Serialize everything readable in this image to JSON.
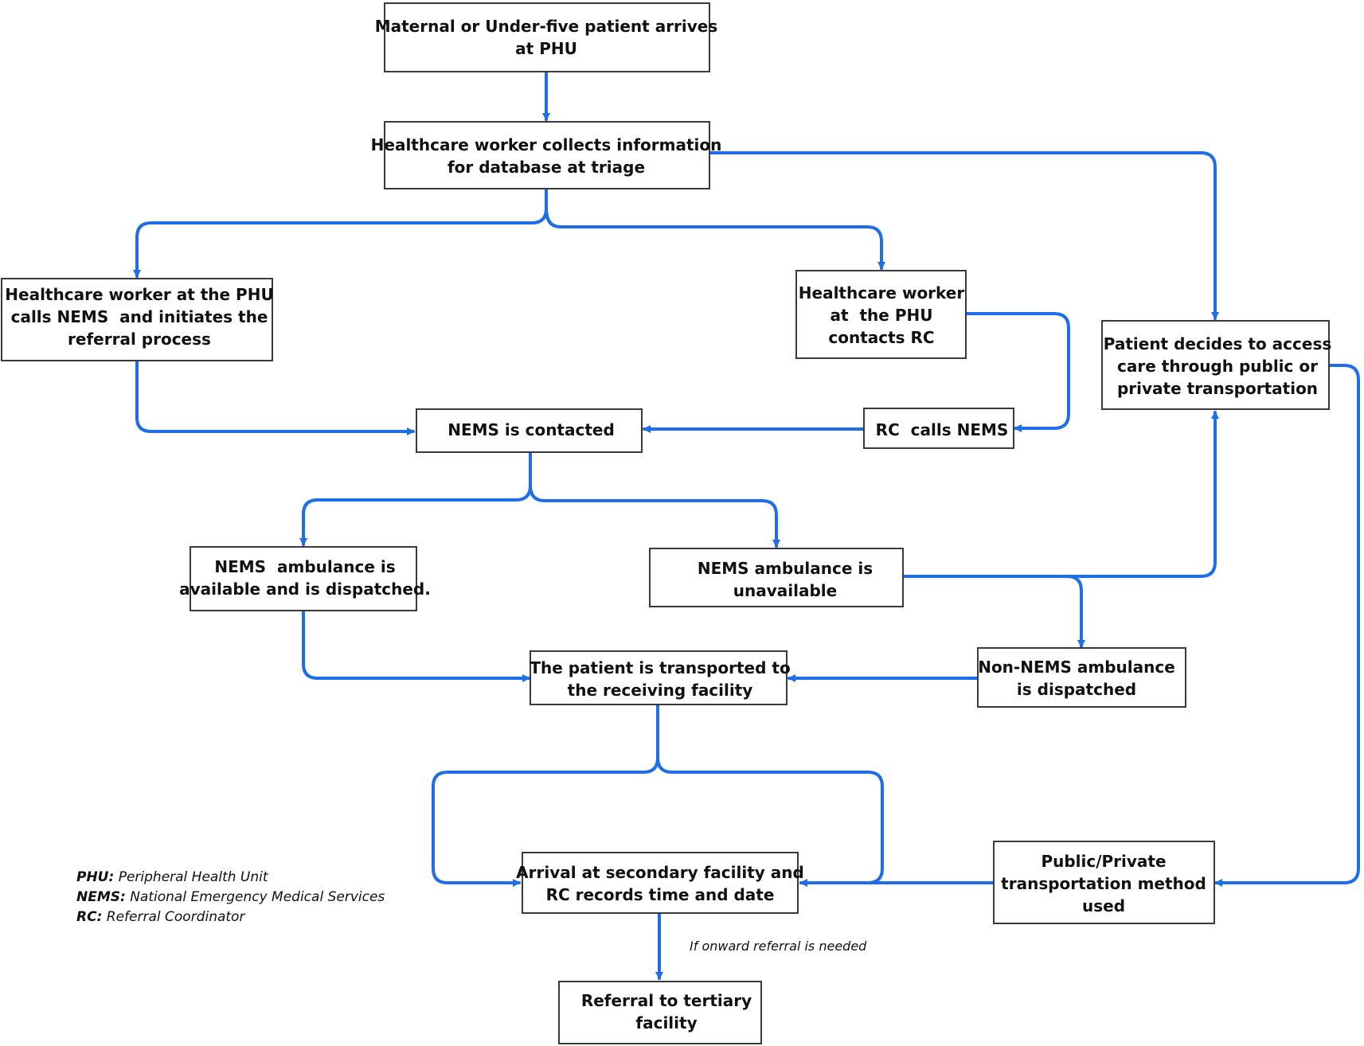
{
  "colors": {
    "arrow": "#1f6ee8",
    "box_border": "#3a3a3a",
    "text": "#111111"
  },
  "nodes": {
    "arrive": {
      "lines": [
        "Maternal or Under-five patient arrives",
        "at PHU"
      ]
    },
    "collect": {
      "lines": [
        "Healthcare worker collects information",
        "for database at triage"
      ]
    },
    "calls_nems": {
      "lines": [
        "Healthcare worker at the PHU",
        "calls NEMS  and initiates the",
        "referral process"
      ]
    },
    "contacts_rc": {
      "lines": [
        "Healthcare worker",
        "at  the PHU",
        "contacts RC"
      ]
    },
    "patient_decides": {
      "lines": [
        "Patient decides to access",
        "care through public or",
        "private transportation"
      ]
    },
    "nems_contacted": {
      "lines": [
        "NEMS is contacted"
      ]
    },
    "rc_calls": {
      "lines": [
        "RC  calls NEMS"
      ]
    },
    "available": {
      "lines": [
        "NEMS  ambulance is",
        "available and is dispatched."
      ]
    },
    "unavailable": {
      "lines": [
        "NEMS ambulance is",
        "unavailable"
      ]
    },
    "transported": {
      "lines": [
        "The patient is transported to",
        "the receiving facility"
      ]
    },
    "non_nems": {
      "lines": [
        "Non-NEMS ambulance",
        "is dispatched"
      ]
    },
    "arrival": {
      "lines": [
        "Arrival at secondary facility and",
        "RC records time and date"
      ]
    },
    "public_private": {
      "lines": [
        "Public/Private",
        "transportation method",
        "used"
      ]
    },
    "tertiary": {
      "lines": [
        "Referral to tertiary",
        "facility"
      ]
    }
  },
  "edge_label": "If onward referral is needed",
  "legend": [
    {
      "abbr": "PHU:",
      "text": "Peripheral Health Unit"
    },
    {
      "abbr": "NEMS:",
      "text": "National Emergency Medical Services"
    },
    {
      "abbr": "RC:",
      "text": "Referral Coordinator"
    }
  ]
}
